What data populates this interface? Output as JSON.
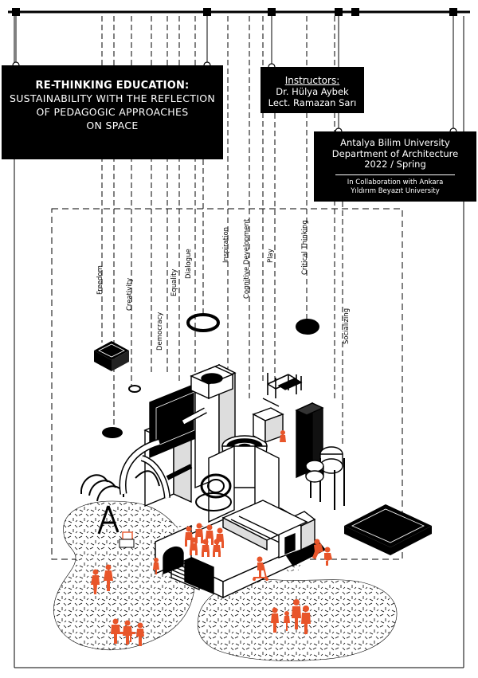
{
  "title_box": {
    "heading": "RE-THINKING EDUCATION:",
    "line1": "SUSTAINABILITY WITH THE REFLECTION",
    "line2": "OF  PEDAGOGIC APPROACHES",
    "line3": "ON SPACE"
  },
  "instructors": {
    "heading": "Instructors:",
    "names": [
      "Dr. Hülya Aybek",
      "Lect. Ramazan Sarı"
    ]
  },
  "university": {
    "name": "Antalya Bilim University",
    "department": "Department of Architecture",
    "term": "2022 / Spring",
    "collab_line1": "In Collaboration with Ankara",
    "collab_line2": "Yıldırım Beyazıt University"
  },
  "concepts": [
    "Freedom",
    "Creativity",
    "Democracy",
    "Equality",
    "Dialogue",
    "Inspiration",
    "Cognitive Development",
    "Play",
    "Critical Thinking",
    "Socializing"
  ],
  "colors": {
    "ink": "#000000",
    "paper": "#ffffff",
    "accent": "#e8552a"
  }
}
